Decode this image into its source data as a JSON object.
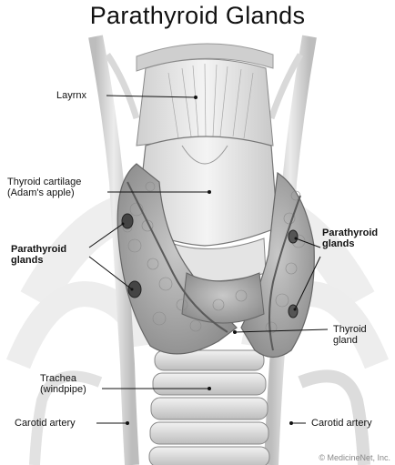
{
  "title": "Parathyroid Glands",
  "labels": {
    "larynx": "Layrnx",
    "thyroid_cartilage_1": "Thyroid cartilage",
    "thyroid_cartilage_2": "(Adam's apple)",
    "parathyroid_left_1": "Parathyroid",
    "parathyroid_left_2": "glands",
    "parathyroid_right_1": "Parathyroid",
    "parathyroid_right_2": "glands",
    "thyroid_gland_1": "Thyroid",
    "thyroid_gland_2": "gland",
    "trachea_1": "Trachea",
    "trachea_2": "(windpipe)",
    "carotid_left": "Carotid artery",
    "carotid_right": "Carotid artery"
  },
  "credit": "© MedicineNet, Inc.",
  "colors": {
    "gland": "#b8b8b8",
    "cartilage": "#e6e6e6",
    "vessel": "#d6d6d6",
    "line": "#111111"
  }
}
